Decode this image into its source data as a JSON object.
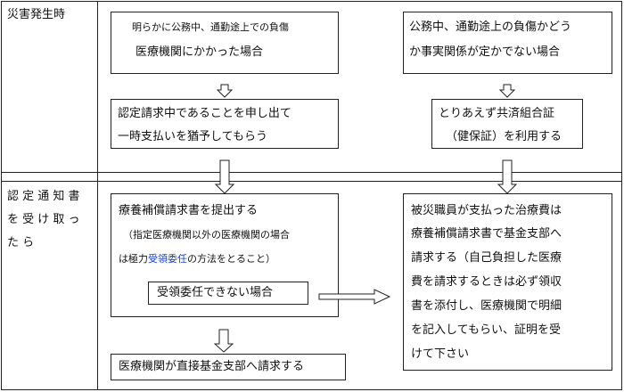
{
  "sections": {
    "disaster_label": "災害発生時",
    "notice_label_line1": "認 定 通 知 書",
    "notice_label_line2": "を 受 け 取 っ",
    "notice_label_line3": "た ら"
  },
  "left_top_box": {
    "line1": "明らかに公務中、通勤途上での負傷",
    "line2": "医療機関にかかった場合"
  },
  "right_top_box": {
    "line1": "公務中、通勤途上の負傷かどう",
    "line2": "か事実関係が定かでない場合"
  },
  "left_mid_box": {
    "line1": "認定請求中であることを申し出て",
    "line2": "一時支払いを猶予してもらう"
  },
  "right_mid_box": {
    "line1": "とりあえず共済組合証",
    "line2": "（健保証）を利用する"
  },
  "left_main_box": {
    "title": "療養補償請求書を提出する",
    "note_line1": "（指定医療機関以外の医療機関の場合",
    "note_prefix": "は極力",
    "note_link": "受領委任",
    "note_suffix": "の方法をとること）",
    "inner_label": "受領委任できない場合"
  },
  "left_bottom_box": {
    "text": "医療機関が直接基金支部へ請求する"
  },
  "right_main_box": {
    "line1": "被災職員が支払った治療費は",
    "line2": "療養補償請求書で基金支部へ",
    "line3": "請求する（自己負担した医療",
    "line4": "費を請求するときは必ず領収",
    "line5": "書を添付し、医療機関で明細",
    "line6": "を記入してもらい、証明を受",
    "line7": "けて下さい"
  },
  "colors": {
    "link": "#1a3fd6",
    "border": "#222222"
  }
}
